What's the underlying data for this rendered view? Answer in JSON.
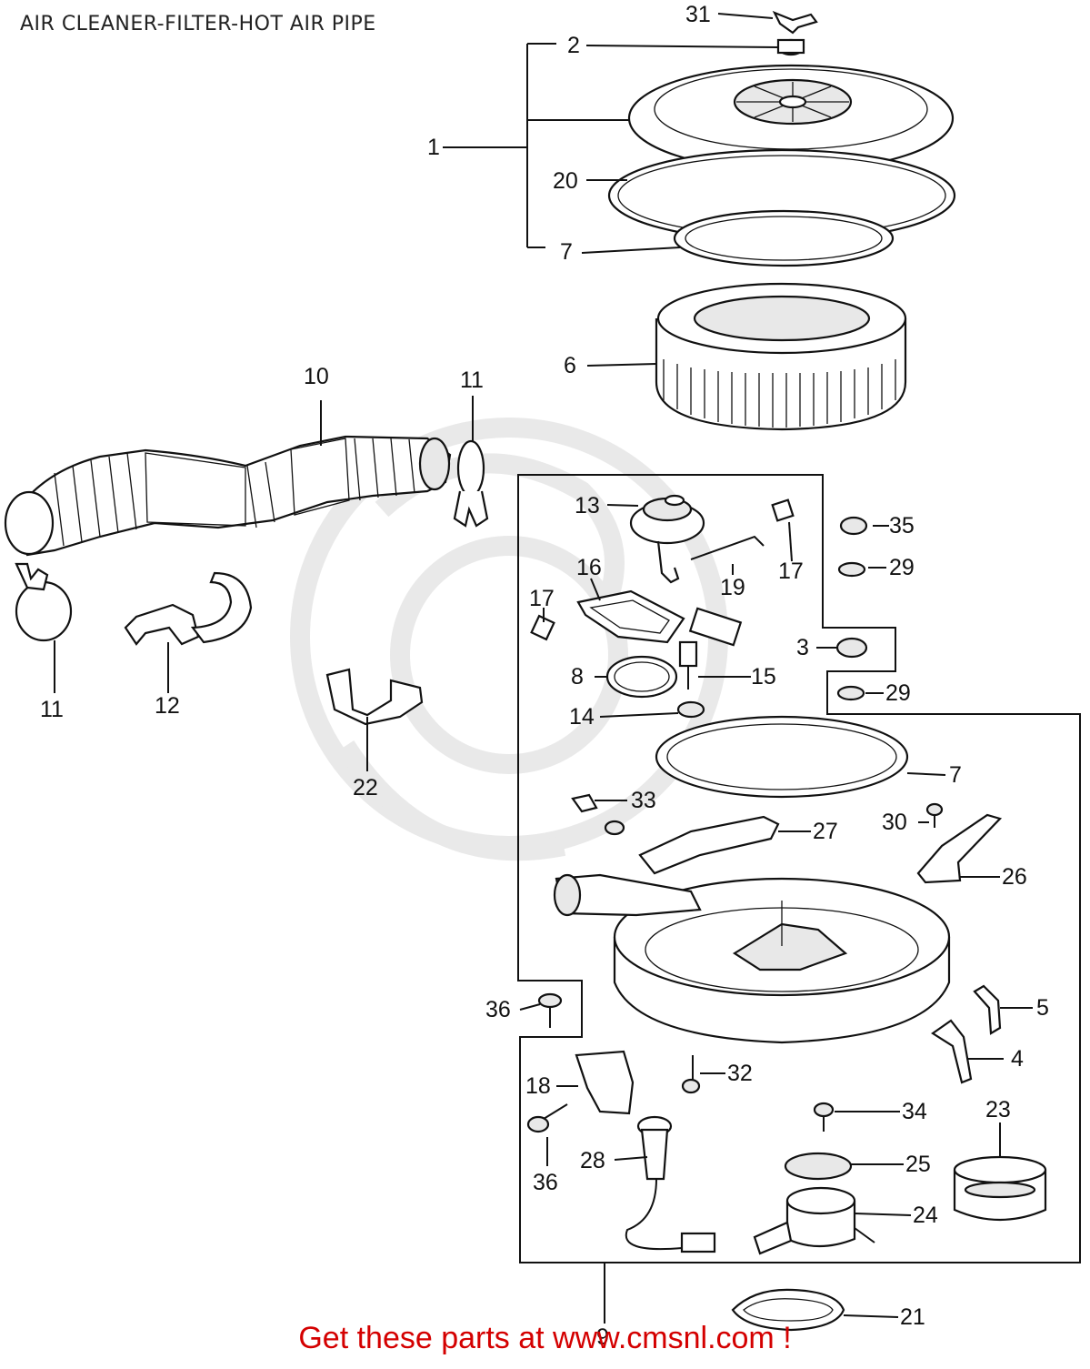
{
  "title": "AIR CLEANER-FILTER-HOT AIR PIPE",
  "footer": "Get these parts at www.cmsnl.com !",
  "colors": {
    "footer_text": "#d40000",
    "line": "#111111",
    "watermark": "#e9e9e9"
  },
  "callouts": {
    "c1": "1",
    "c2": "2",
    "c3": "3",
    "c4": "4",
    "c5": "5",
    "c6": "6",
    "c7a": "7",
    "c7b": "7",
    "c8": "8",
    "c9": "9",
    "c10": "10",
    "c11a": "11",
    "c11b": "11",
    "c12": "12",
    "c13": "13",
    "c14": "14",
    "c15": "15",
    "c16": "16",
    "c17a": "17",
    "c17b": "17",
    "c18": "18",
    "c19": "19",
    "c20": "20",
    "c21": "21",
    "c22": "22",
    "c23": "23",
    "c24": "24",
    "c25": "25",
    "c26": "26",
    "c27": "27",
    "c28": "28",
    "c29a": "29",
    "c29b": "29",
    "c30": "30",
    "c31": "31",
    "c32": "32",
    "c33": "33",
    "c34": "34",
    "c35": "35",
    "c36a": "36",
    "c36b": "36"
  }
}
